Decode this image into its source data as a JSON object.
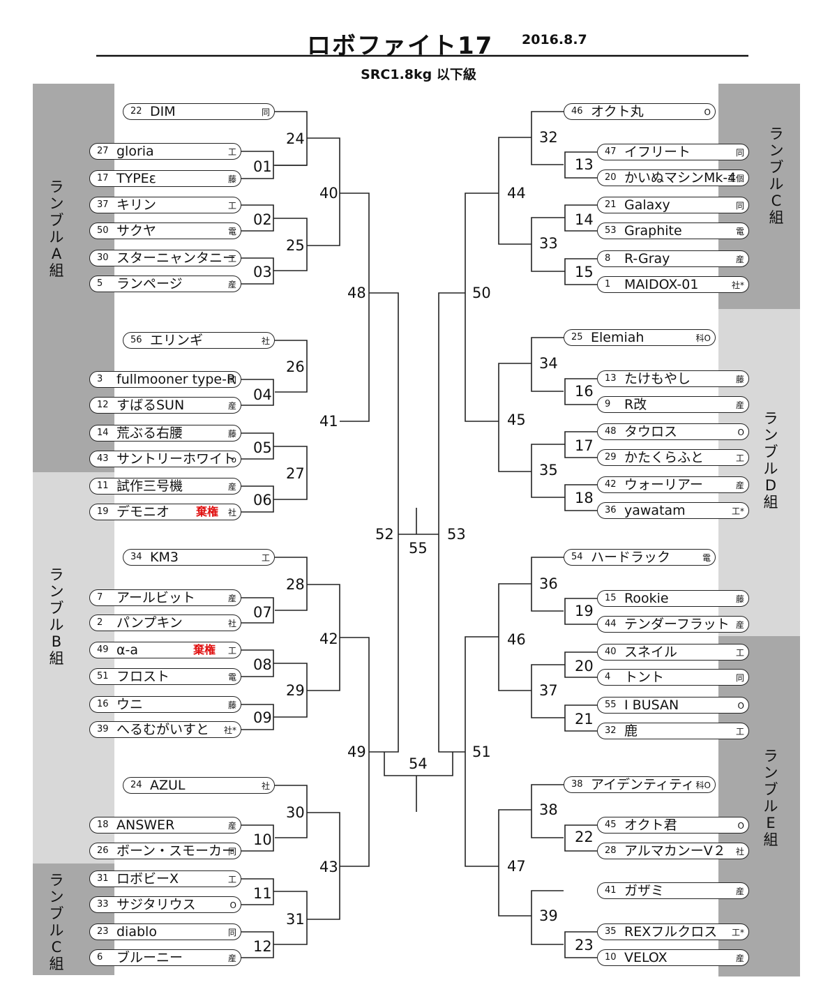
{
  "title": "ロボファイト17",
  "date": "2016.8.7",
  "subtitle": "SRC1.8kg 以下級",
  "groups": {
    "left_a": "ランブルA組",
    "left_b": "ランブルB組",
    "left_c": "ランブルC組",
    "right_c": "ランブルC組",
    "right_d": "ランブルD組",
    "right_e": "ランブルE組"
  },
  "entries": [
    {
      "seed": "22",
      "name": "DIM",
      "aff": "同"
    },
    {
      "seed": "27",
      "name": "gloria",
      "aff": "工"
    },
    {
      "seed": "17",
      "name": "TYPEε",
      "aff": "藤"
    },
    {
      "seed": "37",
      "name": "キリン",
      "aff": "工"
    },
    {
      "seed": "50",
      "name": "サクヤ",
      "aff": "電"
    },
    {
      "seed": "30",
      "name": "スターニャンタニー",
      "aff": "工"
    },
    {
      "seed": "5",
      "name": "ランページ",
      "aff": "産"
    },
    {
      "seed": "56",
      "name": "エリンギ",
      "aff": "社"
    },
    {
      "seed": "3",
      "name": "fullmooner type-R",
      "aff": "同"
    },
    {
      "seed": "12",
      "name": "すばるSUN",
      "aff": "産"
    },
    {
      "seed": "14",
      "name": "荒ぶる右腰",
      "aff": "藤"
    },
    {
      "seed": "43",
      "name": "サントリーホワイト",
      "aff": "o"
    },
    {
      "seed": "11",
      "name": "試作三号機",
      "aff": "産"
    },
    {
      "seed": "19",
      "name": "デモニオ",
      "aff": "社",
      "note": "棄権"
    },
    {
      "seed": "34",
      "name": "KM3",
      "aff": "工"
    },
    {
      "seed": "7",
      "name": "アールビット",
      "aff": "産"
    },
    {
      "seed": "2",
      "name": "パンプキン",
      "aff": "社"
    },
    {
      "seed": "49",
      "name": "α-a",
      "aff": "工",
      "note": "棄権"
    },
    {
      "seed": "51",
      "name": "フロスト",
      "aff": "電"
    },
    {
      "seed": "16",
      "name": "ウニ",
      "aff": "藤"
    },
    {
      "seed": "39",
      "name": "へるむがいすと",
      "aff": "社*"
    },
    {
      "seed": "24",
      "name": "AZUL",
      "aff": "社"
    },
    {
      "seed": "18",
      "name": "ANSWER",
      "aff": "産"
    },
    {
      "seed": "26",
      "name": "ボーン・スモーカー",
      "aff": "同"
    },
    {
      "seed": "31",
      "name": "ロボビーX",
      "aff": "工"
    },
    {
      "seed": "33",
      "name": "サジタリウス",
      "aff": "O"
    },
    {
      "seed": "23",
      "name": "diablo",
      "aff": "同"
    },
    {
      "seed": "6",
      "name": "ブルーニー",
      "aff": "産"
    },
    {
      "seed": "46",
      "name": "オクト丸",
      "aff": "O"
    },
    {
      "seed": "47",
      "name": "イフリート",
      "aff": "同"
    },
    {
      "seed": "20",
      "name": "かいぬマシンMk-4",
      "aff": "工個"
    },
    {
      "seed": "21",
      "name": "Galaxy",
      "aff": "同"
    },
    {
      "seed": "53",
      "name": "Graphite",
      "aff": "電"
    },
    {
      "seed": "8",
      "name": "R-Gray",
      "aff": "産"
    },
    {
      "seed": "1",
      "name": "MAIDOX-01",
      "aff": "社*"
    },
    {
      "seed": "25",
      "name": "Elemiah",
      "aff": "科O"
    },
    {
      "seed": "13",
      "name": "たけもやし",
      "aff": "藤"
    },
    {
      "seed": "9",
      "name": "R改",
      "aff": "産"
    },
    {
      "seed": "48",
      "name": "タウロス",
      "aff": "O"
    },
    {
      "seed": "29",
      "name": "かたくらふと",
      "aff": "工"
    },
    {
      "seed": "42",
      "name": "ウォーリアー",
      "aff": "産"
    },
    {
      "seed": "36",
      "name": "yawatam",
      "aff": "工*"
    },
    {
      "seed": "54",
      "name": "ハードラック",
      "aff": "電"
    },
    {
      "seed": "15",
      "name": "Rookie",
      "aff": "藤"
    },
    {
      "seed": "44",
      "name": "テンダーフラット",
      "aff": "産"
    },
    {
      "seed": "40",
      "name": "スネイル",
      "aff": "工"
    },
    {
      "seed": "4",
      "name": "トント",
      "aff": "同"
    },
    {
      "seed": "55",
      "name": "I BUSAN",
      "aff": "O"
    },
    {
      "seed": "32",
      "name": "鹿",
      "aff": "工"
    },
    {
      "seed": "38",
      "name": "アイデンティティ",
      "aff": "科O"
    },
    {
      "seed": "45",
      "name": "オクト君",
      "aff": "O"
    },
    {
      "seed": "28",
      "name": "アルマカンーV２",
      "aff": "社"
    },
    {
      "seed": "41",
      "name": "ガザミ",
      "aff": "産"
    },
    {
      "seed": "35",
      "name": "REXフルクロス",
      "aff": "工*"
    },
    {
      "seed": "10",
      "name": "VELOX",
      "aff": "産"
    }
  ],
  "matches": [
    "24",
    "01",
    "40",
    "02",
    "25",
    "03",
    "48",
    "26",
    "04",
    "41",
    "05",
    "27",
    "06",
    "52",
    "55",
    "53",
    "28",
    "07",
    "42",
    "08",
    "29",
    "09",
    "49",
    "54",
    "51",
    "30",
    "10",
    "43",
    "11",
    "31",
    "12",
    "32",
    "13",
    "44",
    "14",
    "33",
    "15",
    "50",
    "34",
    "16",
    "45",
    "17",
    "35",
    "18",
    "36",
    "19",
    "46",
    "20",
    "37",
    "21",
    "38",
    "22",
    "47",
    "39",
    "23"
  ]
}
